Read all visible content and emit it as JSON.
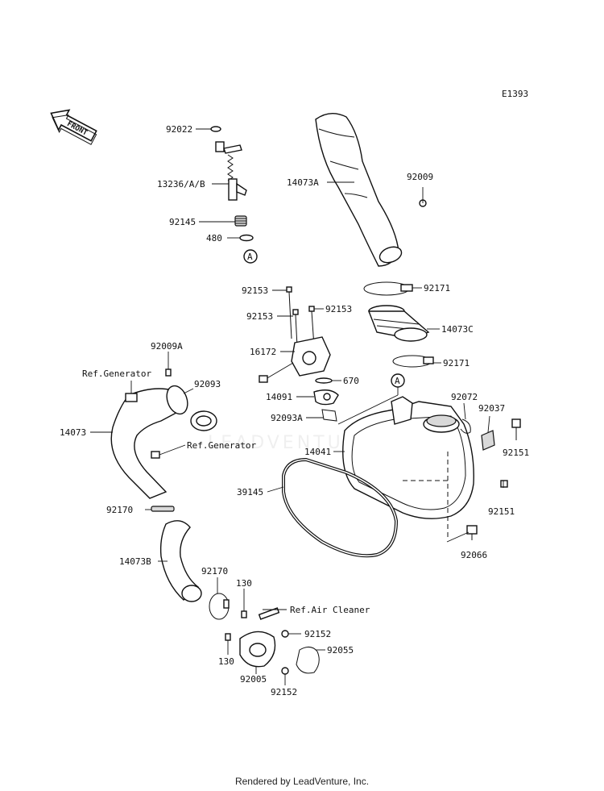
{
  "diagram_code": "E1393",
  "front_arrow": "FRONT",
  "watermark": "LEADVENTURE",
  "footer": "Rendered by LeadVenture, Inc.",
  "labels": {
    "p92022": "92022",
    "p13236": "13236/A/B",
    "p92145": "92145",
    "p480": "480",
    "refA1": "A",
    "p14073A": "14073A",
    "p92009": "92009",
    "p92171a": "92171",
    "p14073C": "14073C",
    "p92171b": "92171",
    "p92153a": "92153",
    "p92153b": "92153",
    "p92153c": "92153",
    "p16172": "16172",
    "p670": "670",
    "p14091": "14091",
    "p92093A": "92093A",
    "refA2": "A",
    "p92009A": "92009A",
    "refGen1": "Ref.Generator",
    "p92093": "92093",
    "p14073": "14073",
    "refGen2": "Ref.Generator",
    "p92072": "92072",
    "p92037": "92037",
    "p14041": "14041",
    "p92151a": "92151",
    "p39145": "39145",
    "p92151b": "92151",
    "p92170a": "92170",
    "p92066": "92066",
    "p14073B": "14073B",
    "p92170b": "92170",
    "p130a": "130",
    "refAir": "Ref.Air Cleaner",
    "p92152a": "92152",
    "p92055": "92055",
    "p130b": "130",
    "p92005": "92005",
    "p92152b": "92152"
  }
}
